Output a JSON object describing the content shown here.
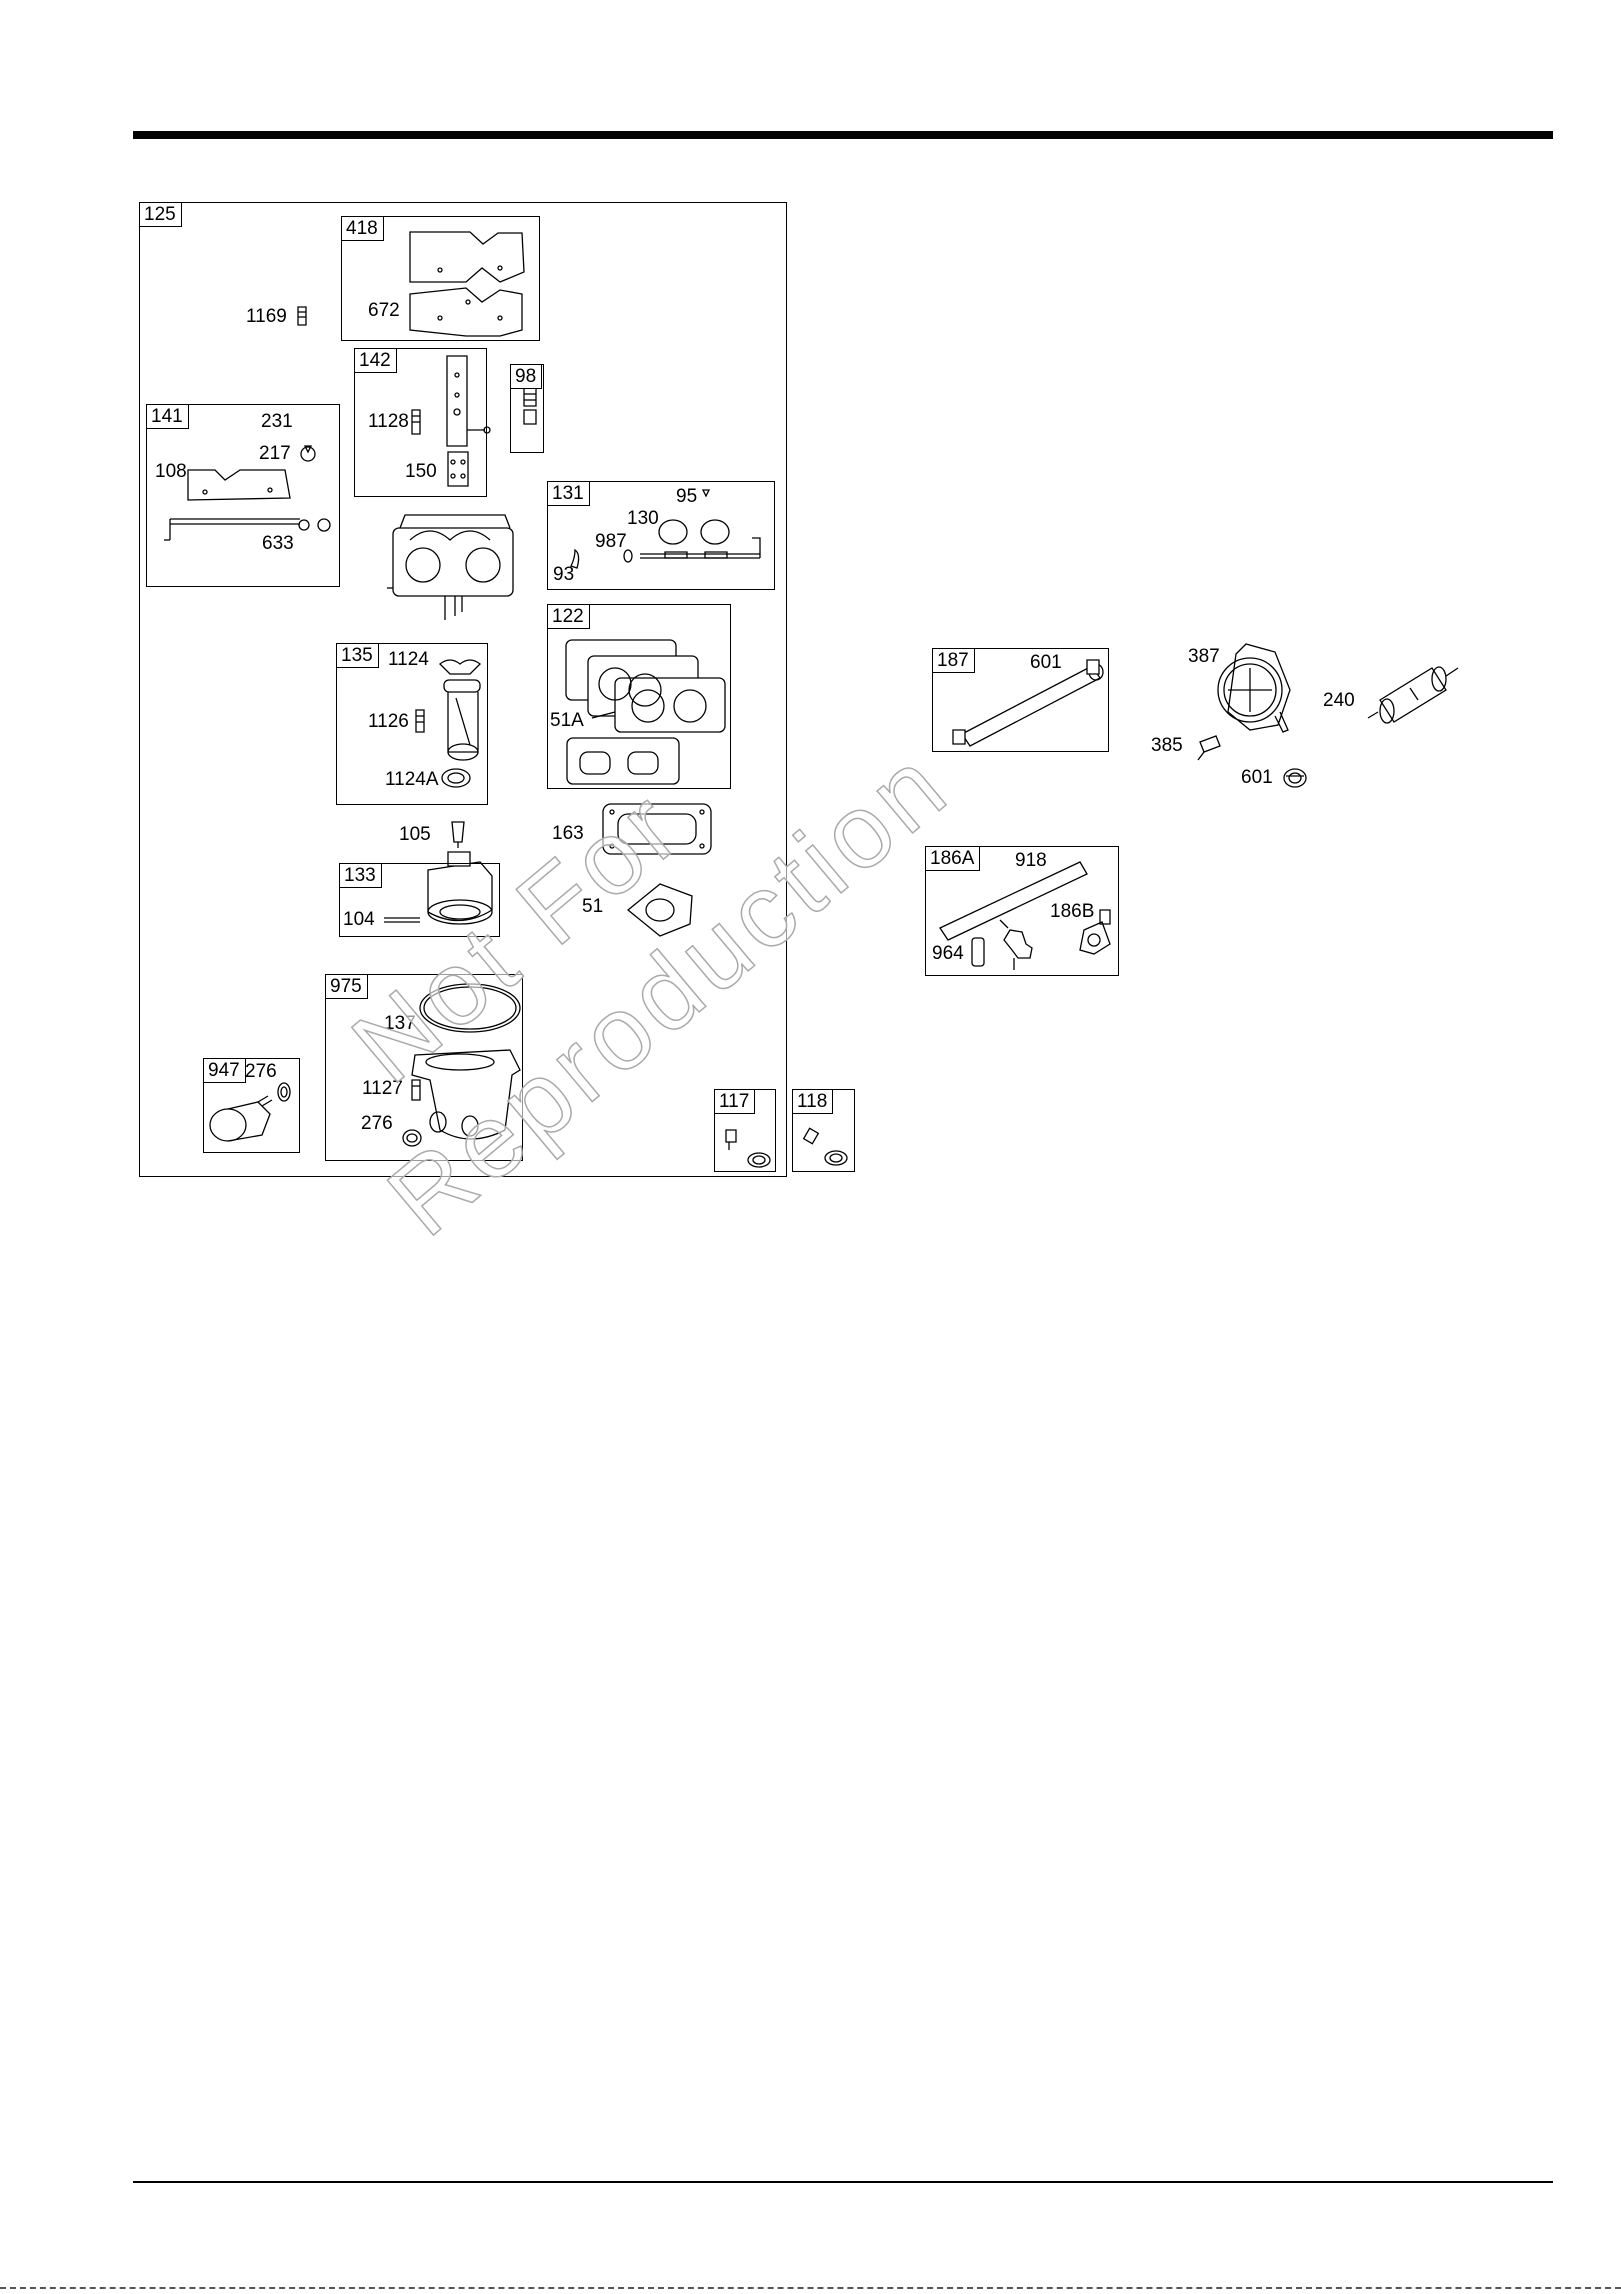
{
  "watermark": [
    "Not For",
    "Reproduction"
  ],
  "groups": {
    "g125": "125",
    "g418": "418",
    "g142": "142",
    "g98": "98",
    "g141": "141",
    "g131": "131",
    "g122": "122",
    "g135": "135",
    "g133": "133",
    "g975": "975",
    "g947": "947",
    "g117": "117",
    "g118": "118",
    "g187": "187",
    "g186A": "186A"
  },
  "parts": {
    "p1169": "1169",
    "p672": "672",
    "p1128": "1128",
    "p150": "150",
    "p231": "231",
    "p217": "217",
    "p108": "108",
    "p633": "633",
    "p95": "95",
    "p130": "130",
    "p987": "987",
    "p93": "93",
    "p51A": "51A",
    "p1124": "1124",
    "p1126": "1126",
    "p1124A": "1124A",
    "p105": "105",
    "p163": "163",
    "p104": "104",
    "p51": "51",
    "p137": "137",
    "p1127": "1127",
    "p276a": "276",
    "p276b": "276",
    "p601a": "601",
    "p387": "387",
    "p240": "240",
    "p385": "385",
    "p601b": "601",
    "p918": "918",
    "p186B": "186B",
    "p964": "964"
  }
}
